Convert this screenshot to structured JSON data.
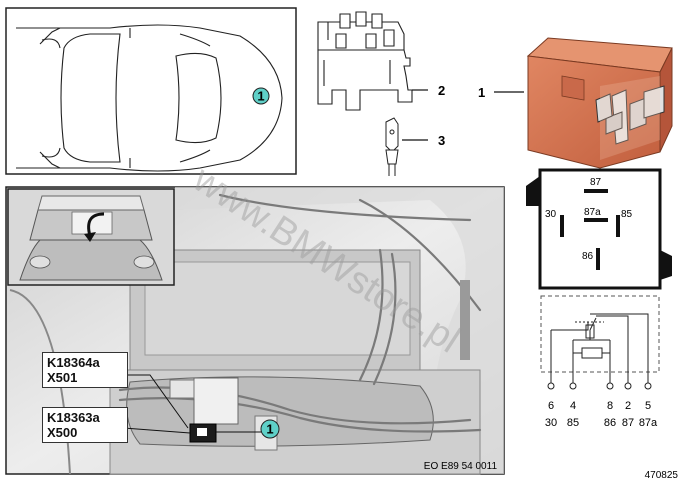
{
  "watermark": "www.BMWstore.pl",
  "callouts": {
    "item1": "1",
    "item2": "2",
    "item3": "3",
    "car_marker": "1",
    "engine_marker": "1"
  },
  "connector_labels": [
    {
      "code": "K18364a",
      "plug": "X501"
    },
    {
      "code": "K18363a",
      "plug": "X500"
    }
  ],
  "relay_top_pins": {
    "p87": "87",
    "p30": "30",
    "p87a": "87a",
    "p85": "85",
    "p86": "86"
  },
  "schematic_pins": {
    "numbers": [
      "6",
      "4",
      "8",
      "2",
      "5"
    ],
    "terminals": [
      "30",
      "85",
      "86",
      "87",
      "87a"
    ]
  },
  "photo_code": "EO E89 54 0011",
  "figure_number": "470825",
  "colors": {
    "relay_body": "#d2714f",
    "callout_fill": "#5fd0c8",
    "photo_bg": "#e4e4e4"
  }
}
